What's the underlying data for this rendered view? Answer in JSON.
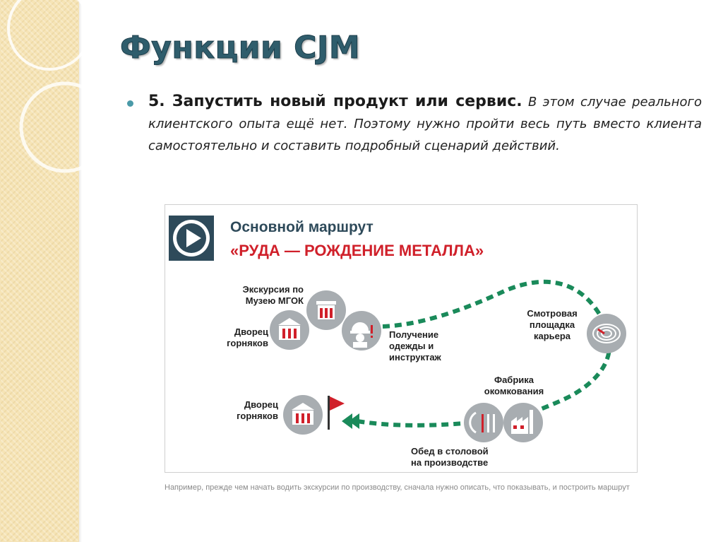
{
  "slide": {
    "title": "Функции CJM",
    "bullet": {
      "heading": "5. Запустить новый продукт или сервис.",
      "body": "В этом случае реального клиентского опыта ещё нет. Поэтому нужно пройти весь путь вместо клиента самостоятельно и составить подробный сценарий действий."
    },
    "caption": "Например, прежде чем начать водить экскурсии по производству, сначала нужно описать, что показывать, и построить маршрут"
  },
  "figure": {
    "title": "Основной маршрут",
    "subtitle": "«РУДА — РОЖДЕНИЕ МЕТАЛЛА»",
    "stops": {
      "excursion": "Экскурсия по Музею МГОК",
      "palace_start": "Дворец горняков",
      "clothing": "Получение одежды и инструктаж",
      "quarry": "Смотровая площадка карьера",
      "factory": "Фабрика окомкования",
      "lunch": "Обед в столовой на производстве",
      "palace_end": "Дворец горняков"
    },
    "icons": [
      "play-icon",
      "museum-icon",
      "palace-icon",
      "worker-icon",
      "quarry-icon",
      "factory-icon",
      "dining-icon",
      "flag-icon",
      "arrow-icon"
    ],
    "colors": {
      "brand": "#2e4a5a",
      "accent": "#d0202a",
      "route": "#1a8a5a",
      "circle": "#a8adb1"
    }
  }
}
